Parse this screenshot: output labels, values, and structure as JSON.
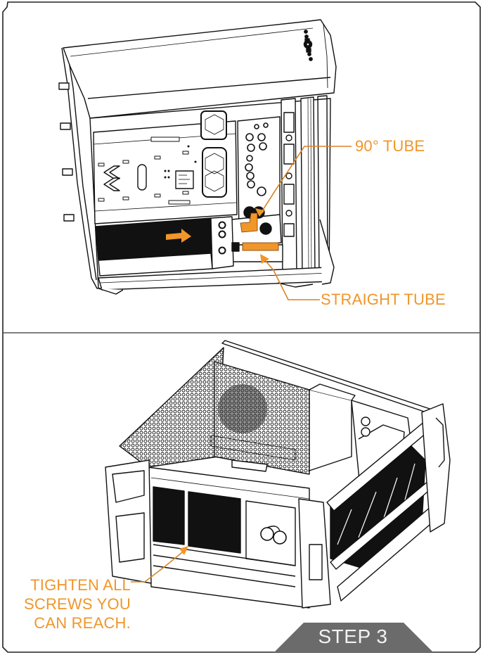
{
  "document": {
    "type": "assembly-instructions",
    "panels": [
      {
        "id": "top-panel",
        "illustration": "PC case interior with radiator installed at bottom, tubes connected",
        "callouts": [
          {
            "label": "90° TUBE"
          },
          {
            "label": "STRAIGHT TUBE"
          }
        ],
        "highlight_color": "#f0962a"
      },
      {
        "id": "bottom-panel",
        "illustration": "PC case inverted showing bottom radiator mounting screws",
        "callouts": [
          {
            "label": "TIGHTEN ALL\nSCREWS YOU\nCAN REACH."
          }
        ]
      }
    ],
    "step": {
      "label": "STEP 3",
      "badge_color": "#6b6b6b",
      "text_color": "#f2f2f2"
    },
    "colors": {
      "accent": "#f0962a",
      "line": "#1a1a1a",
      "border": "#222222",
      "background": "#ffffff"
    }
  }
}
